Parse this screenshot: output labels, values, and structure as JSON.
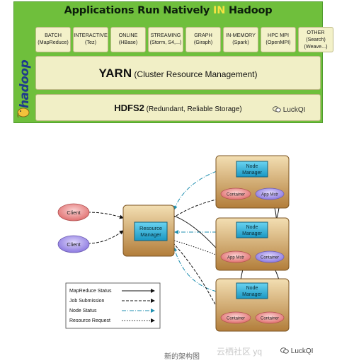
{
  "stack": {
    "title_pre": "Applications Run Natively ",
    "title_in": "IN",
    "title_post": " Hadoop",
    "logo": "hadoop",
    "apps": [
      {
        "name": "BATCH",
        "sub": "(MapReduce)"
      },
      {
        "name": "INTERACTIVE",
        "sub": "(Tez)"
      },
      {
        "name": "ONLINE",
        "sub": "(HBase)"
      },
      {
        "name": "STREAMING",
        "sub": "(Storm, S4,...)"
      },
      {
        "name": "GRAPH",
        "sub": "(Giraph)"
      },
      {
        "name": "IN-MEMORY",
        "sub": "(Spark)"
      },
      {
        "name": "HPC MPI",
        "sub": "(OpenMPI)"
      },
      {
        "name": "OTHER",
        "sub": "(Search)",
        "sub2": "(Weave...)"
      }
    ],
    "yarn_big": "YARN",
    "yarn_small": " (Cluster Resource Management)",
    "hdfs_big": "HDFS2",
    "hdfs_small": " (Redundant, Reliable Storage)",
    "watermark": "LuckQI"
  },
  "diagram": {
    "client_label": "Client",
    "rm_label_1": "Resource",
    "rm_label_2": "Manager",
    "nm_label_1": "Node",
    "nm_label_2": "Manager",
    "container_label": "Container",
    "appmstr_label": "App Mstr",
    "legend": [
      {
        "label": "MapReduce Status",
        "style": "solid",
        "color": "#111111"
      },
      {
        "label": "Job Submission",
        "style": "dash",
        "color": "#111111"
      },
      {
        "label": "Node Status",
        "style": "dashdot",
        "color": "#1f8fb0"
      },
      {
        "label": "Resource Request",
        "style": "dot",
        "color": "#111111"
      }
    ]
  },
  "footer": {
    "caption": "新的架构图",
    "watermark_cn": "云栖社区 yq",
    "watermark_en": "LuckQI"
  }
}
